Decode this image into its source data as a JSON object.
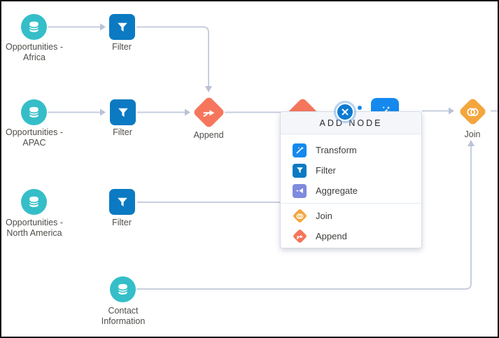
{
  "nodes": {
    "africa": {
      "label_line1": "Opportunities -",
      "label_line2": "Africa"
    },
    "filter1": {
      "label": "Filter"
    },
    "apac": {
      "label_line1": "Opportunities -",
      "label_line2": "APAC"
    },
    "filter2": {
      "label": "Filter"
    },
    "append1": {
      "label": "Append"
    },
    "na": {
      "label_line1": "Opportunities -",
      "label_line2": "North America"
    },
    "filter3": {
      "label": "Filter"
    },
    "contact": {
      "label_line1": "Contact",
      "label_line2": "Information"
    },
    "join": {
      "label": "Join"
    }
  },
  "popup": {
    "title": "ADD NODE",
    "items": [
      {
        "id": "transform",
        "label": "Transform"
      },
      {
        "id": "filter",
        "label": "Filter"
      },
      {
        "id": "aggregate",
        "label": "Aggregate"
      },
      {
        "id": "join",
        "label": "Join"
      },
      {
        "id": "append",
        "label": "Append"
      }
    ]
  },
  "icons": {
    "dataset": "database-icon",
    "filter": "funnel-icon",
    "transform": "magic-wand-icon",
    "aggregate": "aggregate-icon",
    "join": "venn-circles-icon",
    "append": "merge-arrows-icon",
    "close": "close-x-icon"
  },
  "colors": {
    "dataset_teal": "#35BEC8",
    "filter_blue": "#0B7AC2",
    "transform_blue": "#1589EE",
    "aggregate_purple": "#7E8BDE",
    "join_yellow": "#F4A63E",
    "append_orange": "#F5765C",
    "edge_gray": "#C7CEDE",
    "close_blue": "#0C7BD1"
  }
}
